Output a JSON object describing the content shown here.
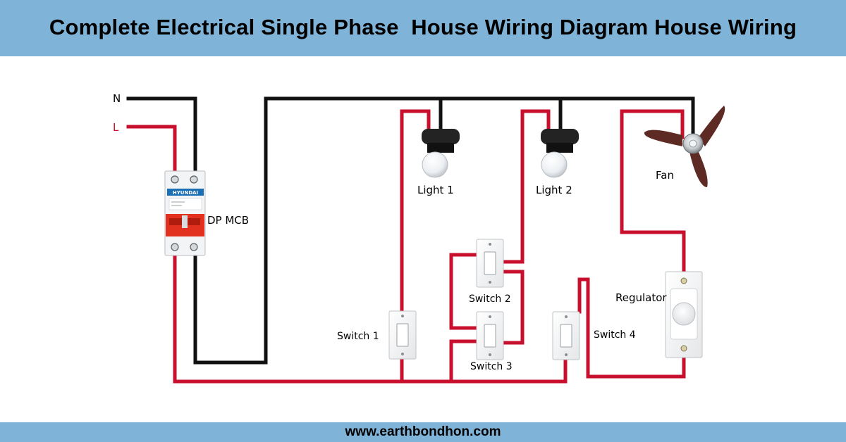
{
  "header": {
    "title": "Complete Electrical Single Phase  House Wiring Diagram House Wiring",
    "background": "#7fb3d8"
  },
  "footer": {
    "website": "www.earthbondhon.com",
    "background": "#7fb3d8"
  },
  "wires": {
    "neutral_label": "N",
    "live_label": "L",
    "neutral_color": "#111111",
    "live_color": "#c8102e"
  },
  "components": {
    "mcb": {
      "label": "DP MCB",
      "brand": "HYUNDAI",
      "icon": "double-pole-mcb-icon"
    },
    "light1": {
      "label": "Light 1",
      "icon": "bulb-icon"
    },
    "light2": {
      "label": "Light 2",
      "icon": "bulb-icon"
    },
    "fan": {
      "label": "Fan",
      "icon": "ceiling-fan-icon"
    },
    "switch1": {
      "label": "Switch 1",
      "icon": "switch-icon"
    },
    "switch2": {
      "label": "Switch 2",
      "icon": "switch-icon"
    },
    "switch3": {
      "label": "Switch 3",
      "icon": "switch-icon"
    },
    "switch4": {
      "label": "Switch 4",
      "icon": "switch-icon"
    },
    "regulator": {
      "label": "Regulator",
      "icon": "fan-regulator-icon"
    }
  }
}
